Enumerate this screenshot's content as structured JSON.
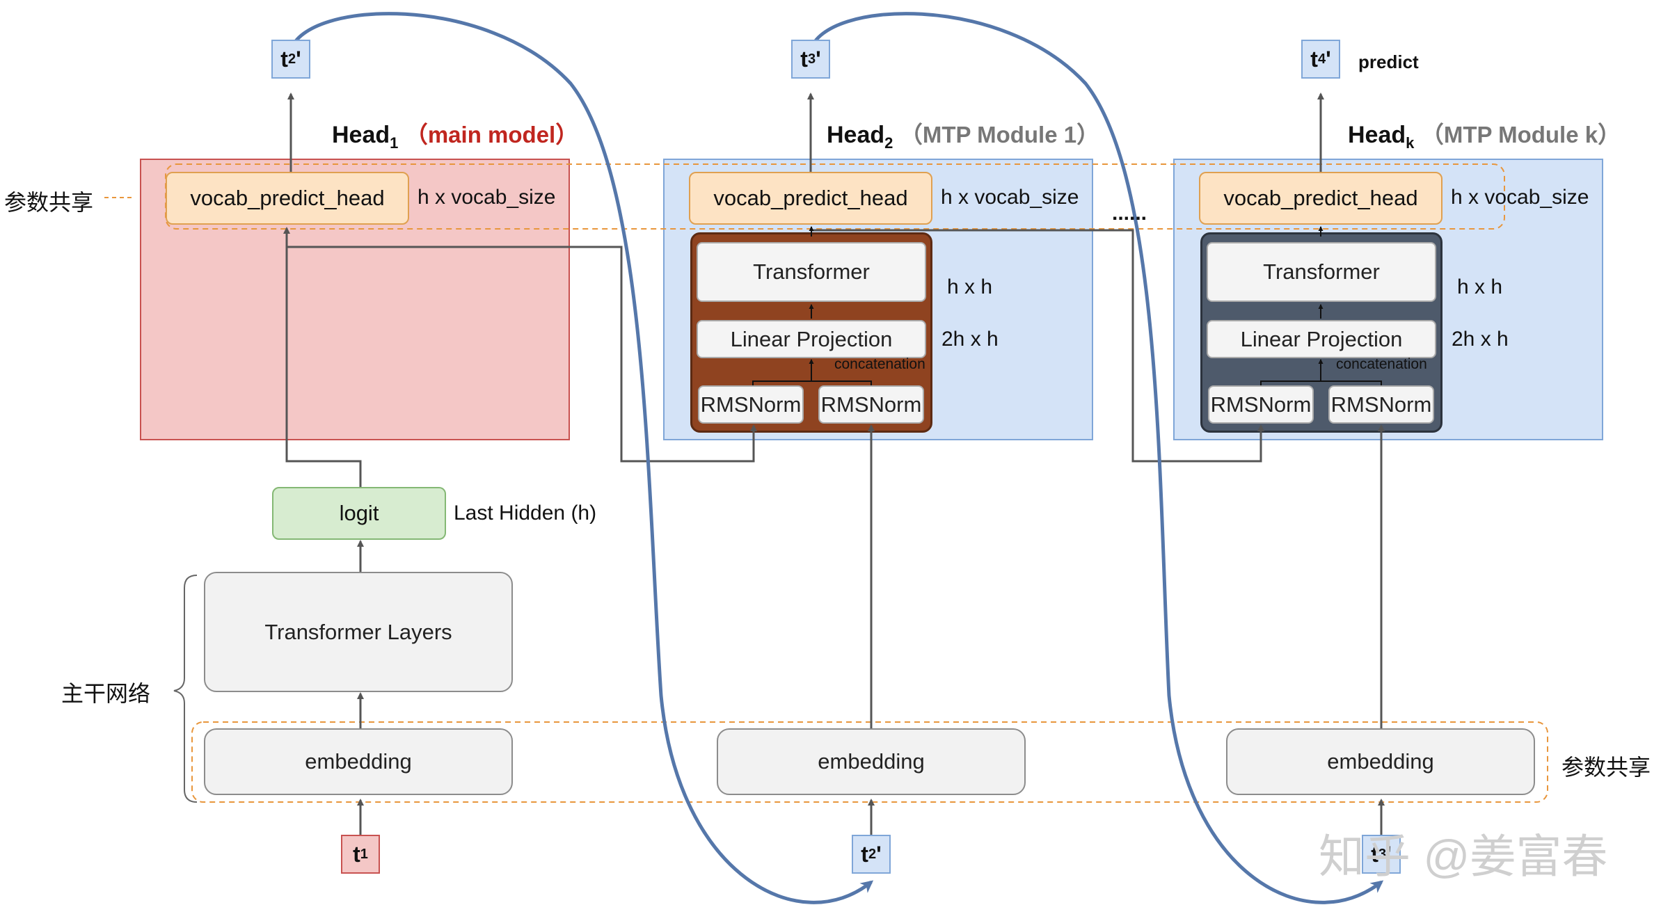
{
  "tokens": {
    "input_t1": {
      "base": "t",
      "sub": "1",
      "mark": ""
    },
    "input_t2p": {
      "base": "t",
      "sub": "2",
      "mark": "'"
    },
    "input_t3p": {
      "base": "t",
      "sub": "3",
      "mark": "'"
    },
    "output_t2p": {
      "base": "t",
      "sub": "2",
      "mark": "'"
    },
    "output_t3p": {
      "base": "t",
      "sub": "3",
      "mark": "'"
    },
    "output_t4p": {
      "base": "t",
      "sub": "4",
      "mark": "'"
    }
  },
  "predict_label": "predict",
  "heads": [
    {
      "title": "Head",
      "sub": "1",
      "note": "（main model）"
    },
    {
      "title": "Head",
      "sub": "2",
      "note": "（MTP Module 1）"
    },
    {
      "title": "Head",
      "sub": "k",
      "note": "（MTP Module k）"
    }
  ],
  "vocab_head_label": "vocab_predict_head",
  "vocab_dim": "h x vocab_size",
  "transformer_label": "Transformer",
  "transformer_dim": "h x h",
  "linear_label": "Linear Projection",
  "linear_dim": "2h x h",
  "concat_label": "concatenation",
  "rmsnorm_label": "RMSNorm",
  "logit_label": "logit",
  "last_hidden_label": "Last Hidden (h)",
  "transformer_layers_label": "Transformer Layers",
  "embedding_label": "embedding",
  "param_share_label": "参数共享",
  "backbone_label": "主干网络",
  "ellipsis": "......",
  "watermark": "知乎 @姜富春",
  "colors": {
    "main_panel": "#f4c7c6",
    "mtp_panel": "#d4e3f7",
    "vocab_head": "#fde3c4",
    "logit": "#d7ecd0",
    "module1_block": "#8f4320",
    "modulek_block": "#4e5a6b",
    "curve": "#5577aa",
    "dashed": "#e8963c",
    "main_note": "#c0261f"
  }
}
